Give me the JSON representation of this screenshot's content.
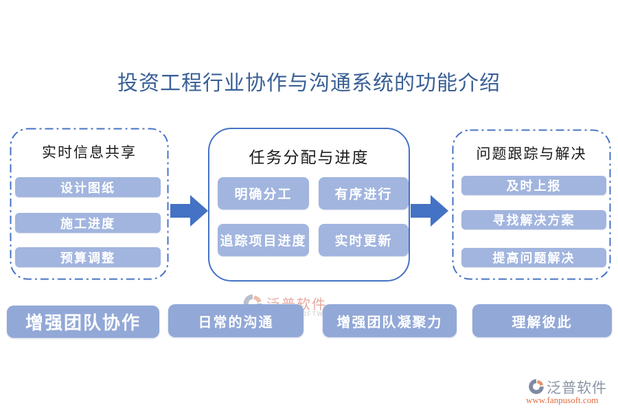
{
  "title": {
    "text": "投资工程行业协作与沟通系统的功能介绍"
  },
  "panels": [
    {
      "heading": "实时信息共享",
      "border": "dashed",
      "items": [
        "设计图纸",
        "施工进度",
        "预算调整"
      ]
    },
    {
      "heading": "任务分配与进度",
      "border": "solid",
      "items": [
        "明确分工",
        "有序进行",
        "追踪项目进度",
        "实时更新"
      ]
    },
    {
      "heading": "问题跟踪与解决",
      "border": "dashed",
      "items": [
        "及时上报",
        "寻找解决方案",
        "提高问题解决"
      ]
    }
  ],
  "bottom_buttons": [
    "增强团队协作",
    "日常的沟通",
    "增强团队凝聚力",
    "理解彼此"
  ],
  "watermarks": {
    "center": {
      "brand": "泛普软件",
      "subtext": "FANPU SOFTWARE"
    },
    "corner": {
      "brand": "泛普软件",
      "url": "www.fanpusoft.com"
    }
  },
  "colors": {
    "accent": "#4472C4",
    "pill_fill": "#A2B5DF",
    "bottom_button_fill": "#92A8D7",
    "title_text": "#3A6096",
    "heading_text": "#1A1A1A",
    "watermark_gray": "#8B95A5",
    "watermark_orange": "#E2693F"
  }
}
